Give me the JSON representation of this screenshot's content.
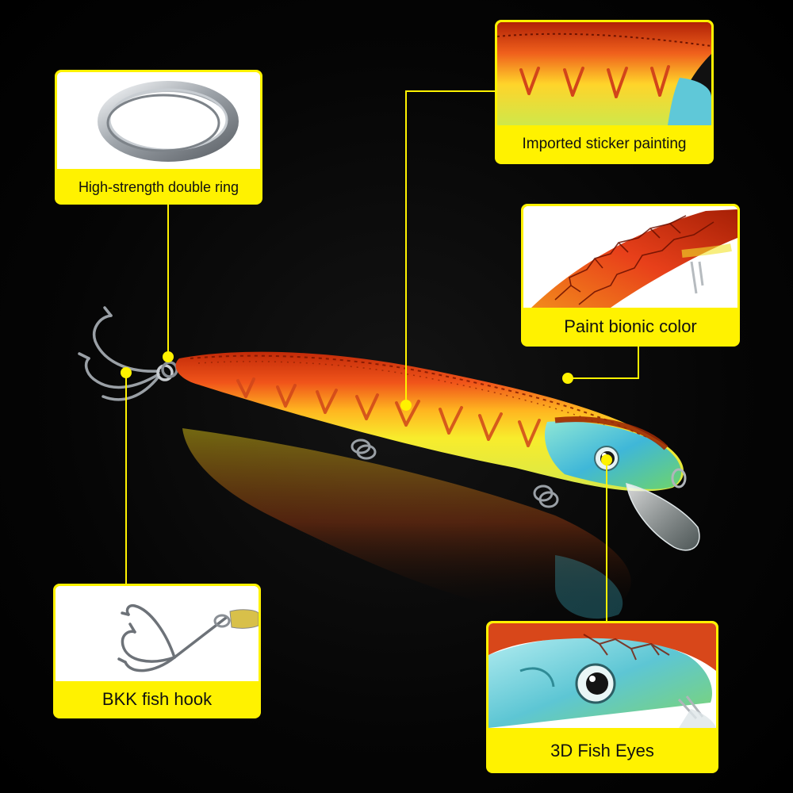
{
  "callouts": {
    "ring": {
      "label": "High-strength double ring",
      "icon": "split-ring-icon"
    },
    "sticker": {
      "label": "Imported sticker painting"
    },
    "paint": {
      "label": "Paint bionic color"
    },
    "hook": {
      "label": "BKK fish hook",
      "icon": "treble-hook-icon"
    },
    "eyes": {
      "label": "3D Fish Eyes"
    }
  },
  "colors": {
    "accent_yellow": "#fff200",
    "background": "#000000",
    "lure_back": "#e8400c",
    "lure_belly": "#f6e824",
    "lure_head": "#5fcfd6"
  }
}
